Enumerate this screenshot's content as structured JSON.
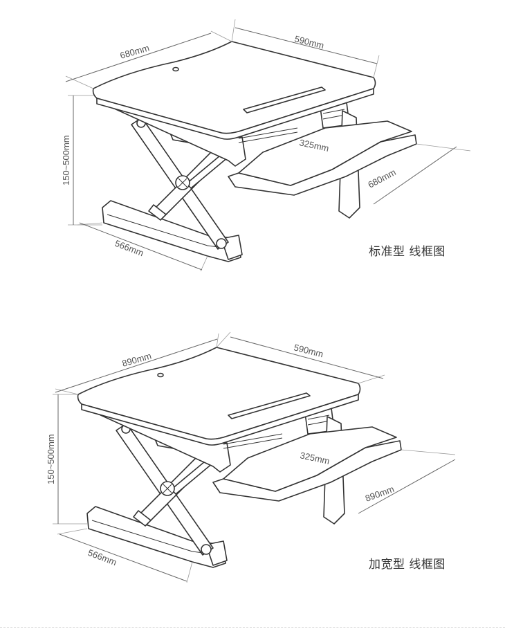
{
  "diagrams": [
    {
      "caption": "标准型 线框图",
      "dims": {
        "top_depth": "680mm",
        "top_width": "590mm",
        "height": "150~500mm",
        "tray_depth": "325mm",
        "tray_width": "680mm",
        "base": "566mm"
      }
    },
    {
      "caption": "加宽型 线框图",
      "dims": {
        "top_depth": "890mm",
        "top_width": "590mm",
        "height": "150~500mm",
        "tray_depth": "325mm",
        "tray_width": "890mm",
        "base": "566mm"
      }
    }
  ]
}
